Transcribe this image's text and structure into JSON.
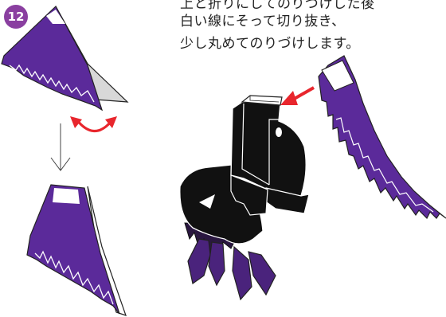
{
  "step": {
    "number": "12"
  },
  "instructions": {
    "lines": [
      "上と折りにしてのりづけした後",
      "白い線にそって切り抜き、",
      "少し丸めてのりづけします。"
    ]
  },
  "colors": {
    "purple": "#5b2a9a",
    "badge": "#8a3fa0",
    "black": "#111111",
    "white": "#ffffff",
    "arrow_red": "#e8262d",
    "fold_gray": "#d8d8d8",
    "outline": "#222222"
  },
  "icons": {
    "rotate_arrow": "curved-double-arrow-icon",
    "down_arrow": "down-arrow-icon",
    "insert_arrow": "red-arrow-icon"
  }
}
